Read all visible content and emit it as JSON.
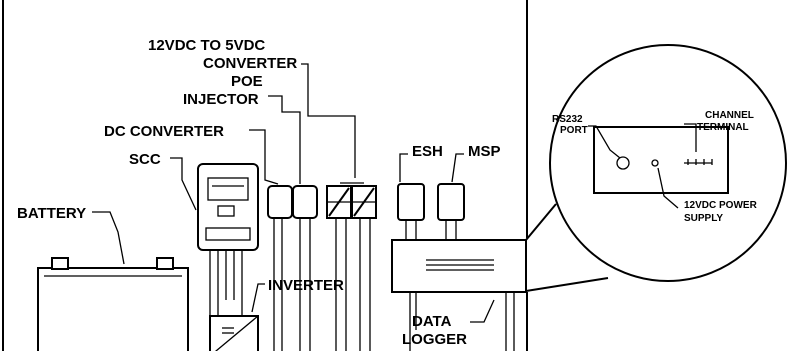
{
  "labels": {
    "converter_12_5_line1": "12VDC TO 5VDC",
    "converter_12_5_line2": "CONVERTER",
    "poe_line1": "POE",
    "poe_line2": "INJECTOR",
    "dc_converter": "DC CONVERTER",
    "scc": "SCC",
    "battery": "BATTERY",
    "esh": "ESH",
    "msp": "MSP",
    "inverter": "INVERTER",
    "data_logger_line1": "DATA",
    "data_logger_line2": "LOGGER"
  },
  "callout": {
    "rs232_line1": "RS232",
    "rs232_line2": "PORT",
    "channel_line1": "CHANNEL",
    "channel_line2": "TERMINAL",
    "power_line1": "12VDC POWER",
    "power_line2": "SUPPLY"
  }
}
